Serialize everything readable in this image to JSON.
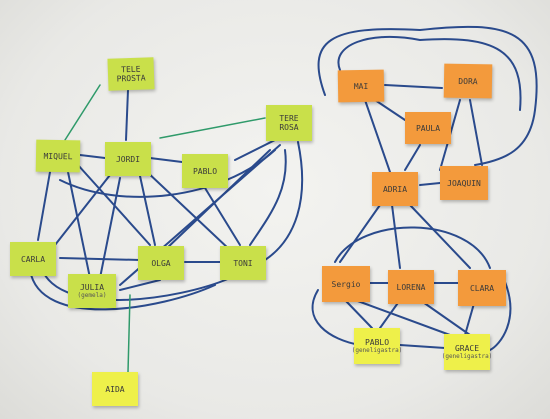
{
  "notes": {
    "tele_prosta": {
      "label": "TELE PROSTA",
      "sub": ""
    },
    "miquel": {
      "label": "MIQUEL",
      "sub": ""
    },
    "jordi": {
      "label": "JORDI",
      "sub": ""
    },
    "pablo": {
      "label": "PABLO",
      "sub": ""
    },
    "teresa_rosa": {
      "label": "TERE ROSA",
      "sub": ""
    },
    "carla": {
      "label": "CARLA",
      "sub": ""
    },
    "julia": {
      "label": "JULIA",
      "sub": "(gemela)"
    },
    "olga": {
      "label": "OLGA",
      "sub": ""
    },
    "toni": {
      "label": "TONI",
      "sub": ""
    },
    "aida": {
      "label": "AIDA",
      "sub": ""
    },
    "mai": {
      "label": "MAI",
      "sub": ""
    },
    "dora": {
      "label": "DORA",
      "sub": ""
    },
    "paula": {
      "label": "PAULA",
      "sub": ""
    },
    "adria": {
      "label": "ADRIA",
      "sub": ""
    },
    "joaquin": {
      "label": "JOAQUIN",
      "sub": ""
    },
    "sergio": {
      "label": "Sergio",
      "sub": ""
    },
    "lorena": {
      "label": "LORENA",
      "sub": ""
    },
    "clara": {
      "label": "CLARA",
      "sub": ""
    },
    "pablo2": {
      "label": "PABLO",
      "sub": "(geneligastra)"
    },
    "grace": {
      "label": "GRACE",
      "sub": "(geneligastra)"
    }
  },
  "colors": {
    "edge_blue": "#2a4a8c",
    "edge_green": "#2f9a6a",
    "note_green": "#c9e04a",
    "note_orange": "#f39a3c",
    "note_yellow": "#eef04a"
  }
}
